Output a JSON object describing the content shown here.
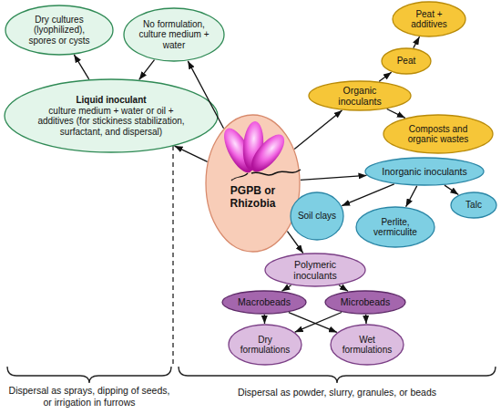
{
  "diagram": {
    "nodes": [
      {
        "text": [
          "Dry cultures (lyophilized), spores or cysts"
        ]
      },
      {
        "text": [
          "No formulation, culture medium + water"
        ]
      },
      {
        "text": [
          "Liquid inoculant",
          "culture medium + water or oil + additives (for stickiness stabilization, surfactant, and dispersal)"
        ]
      },
      {
        "text": [
          "PGPB or Rhizobia"
        ]
      },
      {
        "text": [
          "Peat + additives"
        ]
      },
      {
        "text": [
          "Peat"
        ]
      },
      {
        "text": [
          "Organic inoculants"
        ]
      },
      {
        "text": [
          "Composts and organic wastes"
        ]
      },
      {
        "text": [
          "Inorganic inoculants"
        ]
      },
      {
        "text": [
          "Soil clays"
        ]
      },
      {
        "text": [
          "Perlite, vermiculite"
        ]
      },
      {
        "text": [
          "Talc"
        ]
      },
      {
        "text": [
          "Polymeric inoculants"
        ]
      },
      {
        "text": [
          "Macrobeads"
        ]
      },
      {
        "text": [
          "Microbeads"
        ]
      },
      {
        "text": [
          "Dry formulations"
        ]
      },
      {
        "text": [
          "Wet formulations"
        ]
      }
    ],
    "edges": [
      {
        "from": 3,
        "to": 2,
        "arrow": "to"
      },
      {
        "from": 3,
        "to": 1,
        "arrow": "to"
      },
      {
        "from": 1,
        "to": 2,
        "arrow": "to"
      },
      {
        "from": 2,
        "to": 0,
        "arrow": "to"
      },
      {
        "from": 3,
        "to": 6,
        "arrow": "to"
      },
      {
        "from": 6,
        "to": 5,
        "arrow": "to"
      },
      {
        "from": 5,
        "to": 4,
        "arrow": "to"
      },
      {
        "from": 6,
        "to": 7,
        "arrow": "to"
      },
      {
        "from": 3,
        "to": 8,
        "arrow": "to"
      },
      {
        "from": 8,
        "to": 9,
        "arrow": "to"
      },
      {
        "from": 8,
        "to": 10,
        "arrow": "to"
      },
      {
        "from": 8,
        "to": 11,
        "arrow": "to"
      },
      {
        "from": 3,
        "to": 12,
        "arrow": "to"
      },
      {
        "from": 12,
        "to": 13,
        "arrow": "to"
      },
      {
        "from": 12,
        "to": 14,
        "arrow": "to"
      },
      {
        "from": 13,
        "to": 15,
        "arrow": "to"
      },
      {
        "from": 13,
        "to": 16,
        "arrow": "to"
      },
      {
        "from": 14,
        "to": 15,
        "arrow": "to"
      },
      {
        "from": 14,
        "to": 16,
        "arrow": "to"
      }
    ],
    "labels": [
      "Dispersal as sprays, dipping of seeds, or irrigation in furrows",
      "Dispersal as powder, slurry, granules, or beads"
    ]
  }
}
